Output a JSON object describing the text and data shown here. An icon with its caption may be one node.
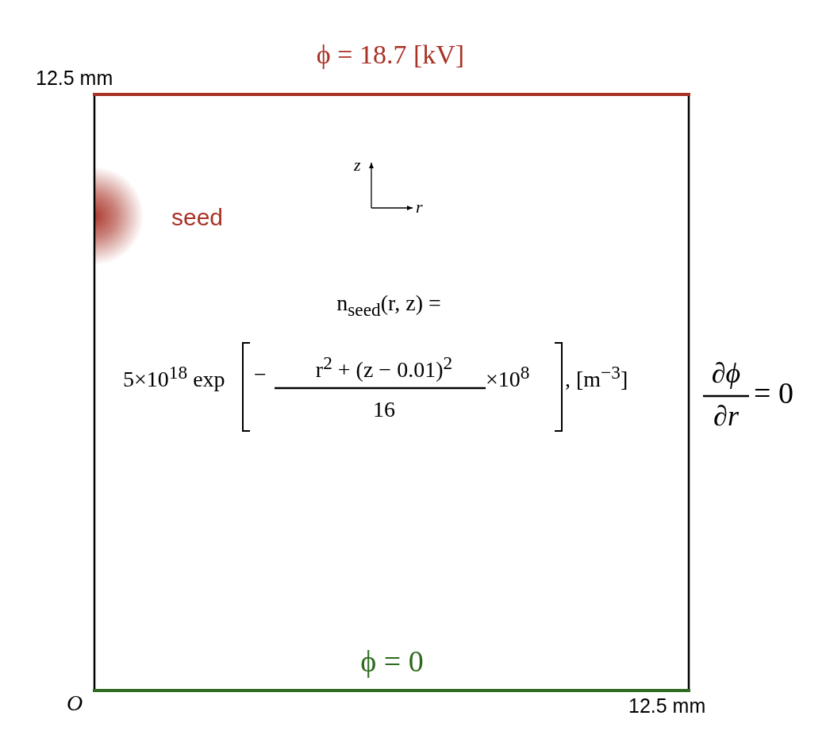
{
  "diagram": {
    "nodes": [
      {
        "text": [],
        "shape": "circle"
      }
    ],
    "labels": [
      "ϕ = 18.7 [kV]",
      "12.5 mm",
      "z",
      "r",
      "seed",
      "n$_{seed}$(r, z) =",
      "5×10$^{18}$ exp",
      "−",
      "r$^{2}$ + (z − 0.01)$^{2}$",
      "16",
      "×10$^{8}$",
      ", [m$^{−3}$]",
      "∂ϕ",
      "∂r",
      "= 0",
      "ϕ = 0",
      "O",
      "12.5 mm"
    ]
  }
}
